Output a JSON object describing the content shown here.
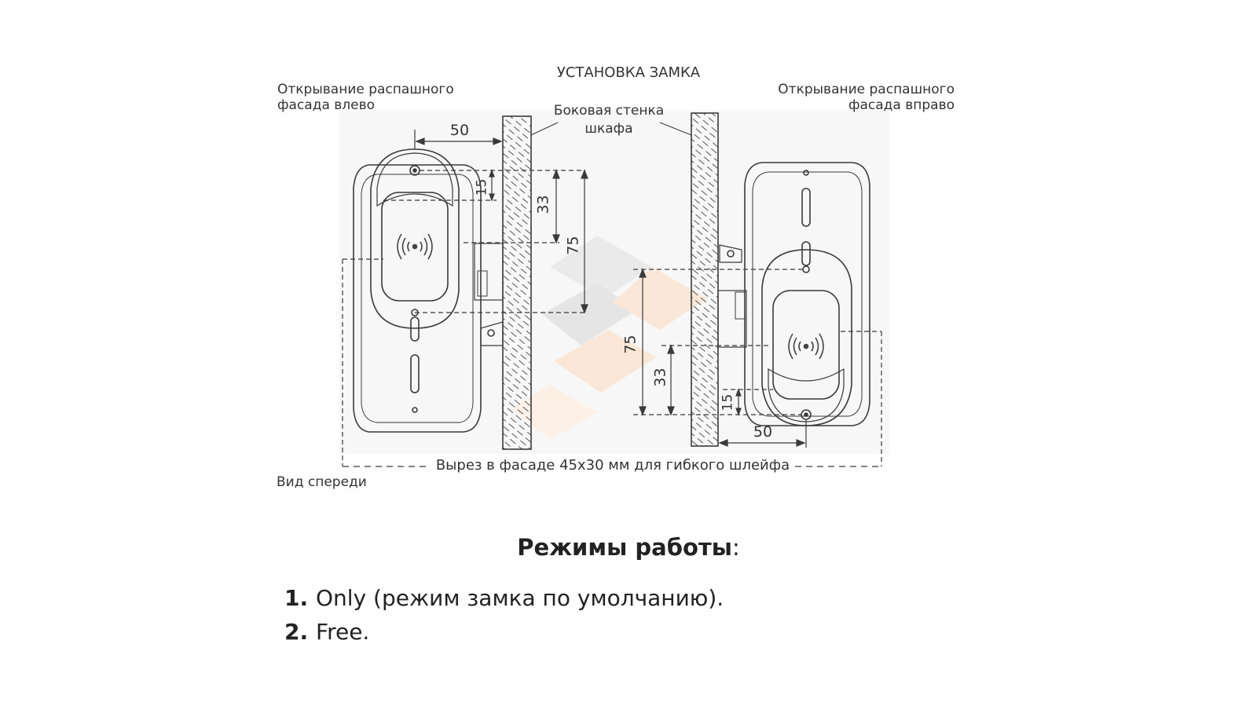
{
  "diagram": {
    "title": "УСТАНОВКА ЗАМКА",
    "left_caption": [
      "Открывание распашного",
      "фасада влево"
    ],
    "right_caption": [
      "Открывание распашного",
      "фасада вправо"
    ],
    "wall_caption": [
      "Боковая стенка",
      "шкафа"
    ],
    "cutout_caption": "Вырез в фасаде 45х30 мм для гибкого шлейфа",
    "front_view_caption": "Вид спереди",
    "dimensions": {
      "left_horizontal": "50",
      "left_15": "15",
      "left_33": "33",
      "left_75": "75",
      "right_horizontal": "50",
      "right_15": "15",
      "right_33": "33",
      "right_75": "75"
    },
    "colors": {
      "line": "#3a3a3a",
      "watermark_gray": "#e8e8e8",
      "watermark_orange": "#fbe3cf"
    }
  },
  "modes": {
    "heading_bold": "Режимы работы",
    "heading_suffix": ":",
    "items": [
      {
        "num": "1.",
        "text": "Only (режим замка по умолчанию)."
      },
      {
        "num": "2.",
        "text": "Free."
      }
    ]
  }
}
